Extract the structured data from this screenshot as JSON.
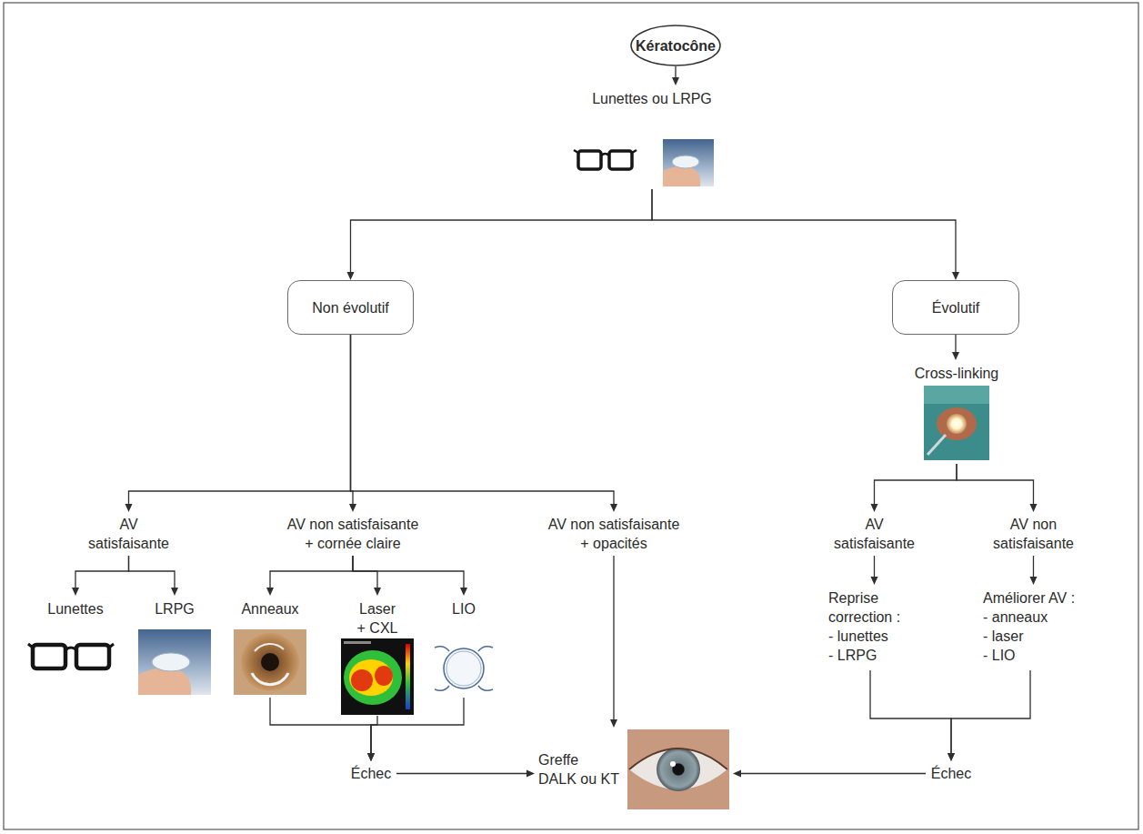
{
  "diagram": {
    "nodes": [
      {
        "text": [
          "Kératocône"
        ]
      },
      {
        "text": [
          "Lunettes ou LRPG"
        ]
      },
      {
        "text": [
          "Non évolutif"
        ]
      },
      {
        "text": [
          "Évolutif"
        ]
      },
      {
        "text": [
          "Cross-linking"
        ]
      },
      {
        "text": [
          "AV satisfaisante"
        ]
      },
      {
        "text": [
          "AV non satisfaisante + cornée claire"
        ]
      },
      {
        "text": [
          "AV non satisfaisante + opacités"
        ]
      },
      {
        "text": [
          "AV satisfaisante"
        ]
      },
      {
        "text": [
          "AV non satisfaisante"
        ]
      },
      {
        "text": [
          "Lunettes"
        ]
      },
      {
        "text": [
          "LRPG"
        ]
      },
      {
        "text": [
          "Anneaux"
        ]
      },
      {
        "text": [
          "Laser + CXL"
        ]
      },
      {
        "text": [
          "LIO"
        ]
      },
      {
        "text": [
          "Reprise correction :",
          "- lunettes",
          "- LRPG"
        ]
      },
      {
        "text": [
          "Améliorer AV :",
          "- anneaux",
          "- laser",
          "- LIO"
        ]
      },
      {
        "text": [
          "Échec"
        ]
      },
      {
        "text": [
          "Échec"
        ]
      },
      {
        "text": [
          "Greffe DALK ou KT"
        ]
      }
    ],
    "edges": [
      {
        "from": 0,
        "to": 1,
        "arrow": "to"
      },
      {
        "from": 1,
        "to": 2,
        "arrow": "to"
      },
      {
        "from": 1,
        "to": 3,
        "arrow": "to"
      },
      {
        "from": 3,
        "to": 4,
        "arrow": "to"
      },
      {
        "from": 2,
        "to": 5,
        "arrow": "to"
      },
      {
        "from": 2,
        "to": 6,
        "arrow": "to"
      },
      {
        "from": 2,
        "to": 7,
        "arrow": "to"
      },
      {
        "from": 4,
        "to": 8,
        "arrow": "to"
      },
      {
        "from": 4,
        "to": 9,
        "arrow": "to"
      },
      {
        "from": 5,
        "to": 10,
        "arrow": "to"
      },
      {
        "from": 5,
        "to": 11,
        "arrow": "to"
      },
      {
        "from": 6,
        "to": 12,
        "arrow": "to"
      },
      {
        "from": 6,
        "to": 13,
        "arrow": "to"
      },
      {
        "from": 6,
        "to": 14,
        "arrow": "to"
      },
      {
        "from": 8,
        "to": 15,
        "arrow": "to"
      },
      {
        "from": 9,
        "to": 16,
        "arrow": "to"
      },
      {
        "from": 12,
        "to": 17,
        "arrow": "to"
      },
      {
        "from": 13,
        "to": 17,
        "arrow": "to"
      },
      {
        "from": 14,
        "to": 17,
        "arrow": "to"
      },
      {
        "from": 17,
        "to": 19,
        "arrow": "to"
      },
      {
        "from": 7,
        "to": 19,
        "arrow": "to"
      },
      {
        "from": 15,
        "to": 18,
        "arrow": "to"
      },
      {
        "from": 16,
        "to": 18,
        "arrow": "to"
      },
      {
        "from": 18,
        "to": 19,
        "arrow": "to"
      }
    ]
  }
}
